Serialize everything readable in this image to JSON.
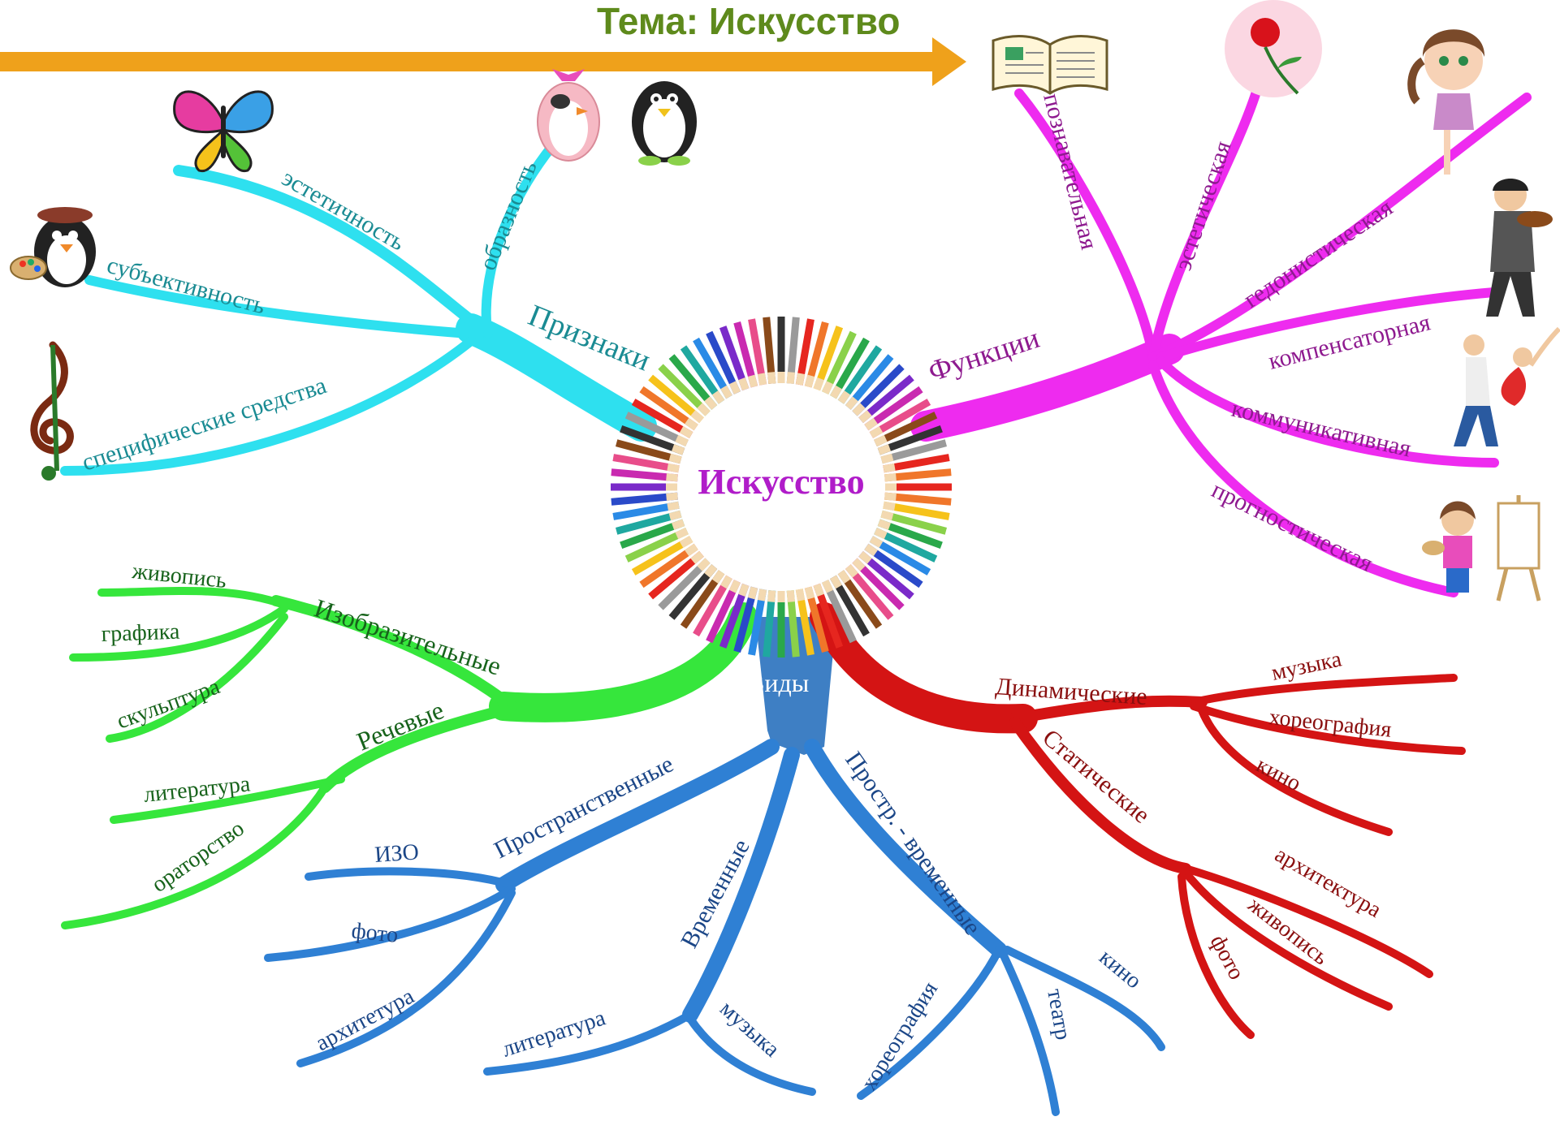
{
  "header": {
    "title": "Тема: Искусство"
  },
  "center": {
    "label": "Искусство"
  },
  "colors": {
    "header_text": "#5e8a1c",
    "arrow": "#efa11b",
    "features": "#2ee0ef",
    "features_text": "#1a8b93",
    "functions": "#ee2bef",
    "functions_text": "#8e1a8f",
    "visual": "#36e63c",
    "visual_text": "#17631b",
    "types": "#2f80d4",
    "types_text": "#1b4687",
    "dynamic": "#d41414",
    "dynamic_text": "#8a0f0f",
    "center_text": "#b01cc9"
  },
  "branches": {
    "features": {
      "label": "Признаки",
      "items": [
        "эстетичность",
        "образность",
        "субъективность",
        "специфические средства"
      ]
    },
    "functions": {
      "label": "Функции",
      "items": [
        "познавательная",
        "эстетическая",
        "гедонистическая",
        "компенсаторная",
        "коммуникативная",
        "прогностическая"
      ]
    },
    "visual": {
      "label": "Изобразительные",
      "items": [
        "живопись",
        "графика",
        "скульптура"
      ]
    },
    "speech": {
      "label": "Речевые",
      "items": [
        "литература",
        "ораторство"
      ]
    },
    "types": {
      "label": "Виды"
    },
    "spatial": {
      "label": "Пространственные",
      "items": [
        "ИЗО",
        "фото",
        "архитетура"
      ]
    },
    "temporal": {
      "label": "Временные",
      "items": [
        "литература",
        "музыка"
      ]
    },
    "spatiotemporal": {
      "label": "Простр. - временные",
      "items": [
        "хореография",
        "театр",
        "кино"
      ]
    },
    "dynamic": {
      "label": "Динамические",
      "items": [
        "музыка",
        "хореография",
        "кино"
      ]
    },
    "static": {
      "label": "Статические",
      "items": [
        "архитектура",
        "живопись",
        "фото"
      ]
    }
  },
  "icons": [
    "butterfly-icon",
    "penguin-girl-icon",
    "penguin-boy-icon",
    "penguin-artist-icon",
    "treble-clef-icon",
    "open-book-icon",
    "rose-icon",
    "girl-icon",
    "violinist-icon",
    "dancers-icon",
    "child-painter-icon",
    "colored-pencils-icon"
  ]
}
